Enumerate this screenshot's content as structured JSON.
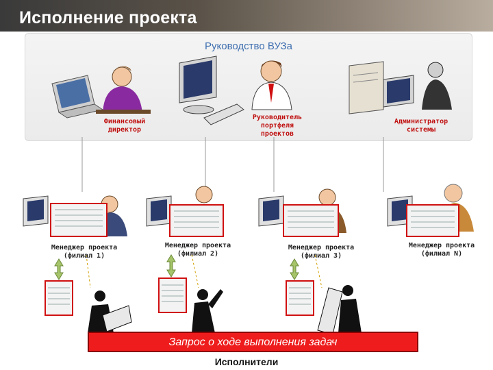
{
  "header": {
    "title": "Исполнение проекта"
  },
  "top_panel": {
    "title": "Руководство ВУЗа"
  },
  "roles": {
    "finance": "Финансовый директор",
    "portfolio": "Руководитель портфеля проектов",
    "admin": "Администратор системы"
  },
  "managers": [
    {
      "label": "Менеджер проекта (филиал 1)"
    },
    {
      "label": "Менеджер проекта (филиал 2)"
    },
    {
      "label": "Менеджер проекта (филиал 3)"
    },
    {
      "label": "Менеджер проекта (филиал N)"
    }
  ],
  "request_bar": {
    "text": "Запрос о ходе выполнения задач"
  },
  "executors": {
    "label": "Исполнители"
  },
  "colors": {
    "accent_red": "#ee1c1c",
    "panel_title_blue": "#3f6fb0",
    "arrow_green": "#a6c46a"
  }
}
